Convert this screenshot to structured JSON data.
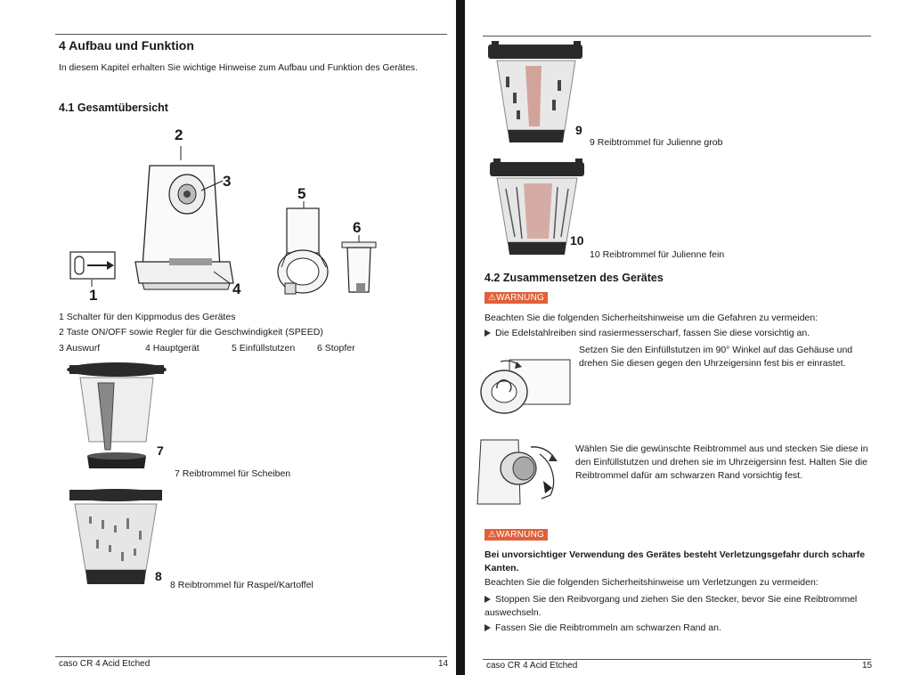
{
  "left": {
    "section_title": "4  Aufbau und Funktion",
    "intro": "In diesem Kapitel erhalten Sie wichtige Hinweise zum Aufbau und Funktion des Gerätes.",
    "subsection_title": "4.1 Gesamtübersicht",
    "callouts": [
      "1",
      "2",
      "3",
      "4",
      "5",
      "6"
    ],
    "legend": {
      "line1": "1 Schalter für den Kippmodus des Gerätes",
      "line2": "2 Taste ON/OFF sowie Regler für die Geschwindigkeit (SPEED)",
      "items": [
        "3 Auswurf",
        "4 Hauptgerät",
        "5 Einfüllstutzen",
        "6 Stopfer"
      ]
    },
    "drums": [
      {
        "num": "7",
        "label": "7 Reibtrommel für Scheiben"
      },
      {
        "num": "8",
        "label": "8 Reibtrommel für Raspel/Kartoffel"
      }
    ],
    "footer_left": "caso CR 4 Acid Etched",
    "page_number": "14"
  },
  "right": {
    "drums": [
      {
        "num": "9",
        "label": "9 Reibtrommel für Julienne grob"
      },
      {
        "num": "10",
        "label": "10 Reibtrommel für Julienne fein"
      }
    ],
    "subsection_title": "4.2 Zusammensetzen des Gerätes",
    "warning1": {
      "badge": "⚠WARNUNG",
      "lead": "Beachten Sie die folgenden Sicherheitshinweise um die Gefahren zu vermeiden:",
      "bullet": "Die Edelstahlreiben sind rasiermesserscharf, fassen Sie diese vorsichtig an."
    },
    "step1": "Setzen Sie den Einfüllstutzen im 90° Winkel auf das Gehäuse und drehen Sie diesen gegen den Uhrzeigersinn fest bis er einrastet.",
    "step2": "Wählen Sie die gewünschte Reibtrommel aus und stecken Sie diese in den Einfüllstutzen und drehen sie im Uhrzeigersinn fest. Halten Sie die Reibtrommel dafür am schwarzen Rand vorsichtig fest.",
    "warning2": {
      "badge": "⚠WARNUNG",
      "bold": "Bei unvorsichtiger Verwendung des Gerätes besteht Verletzungsgefahr durch scharfe Kanten.",
      "lead": "Beachten Sie die folgenden Sicherheitshinweise um Verletzungen zu vermeiden:",
      "bullets": [
        "Stoppen Sie den Reibvorgang und ziehen Sie den Stecker, bevor Sie eine Reibtrommel auswechseln.",
        "Fassen Sie die Reibtrommeln am schwarzen Rand an."
      ]
    },
    "footer_left": "caso CR 4 Acid Etched",
    "page_number": "15"
  }
}
